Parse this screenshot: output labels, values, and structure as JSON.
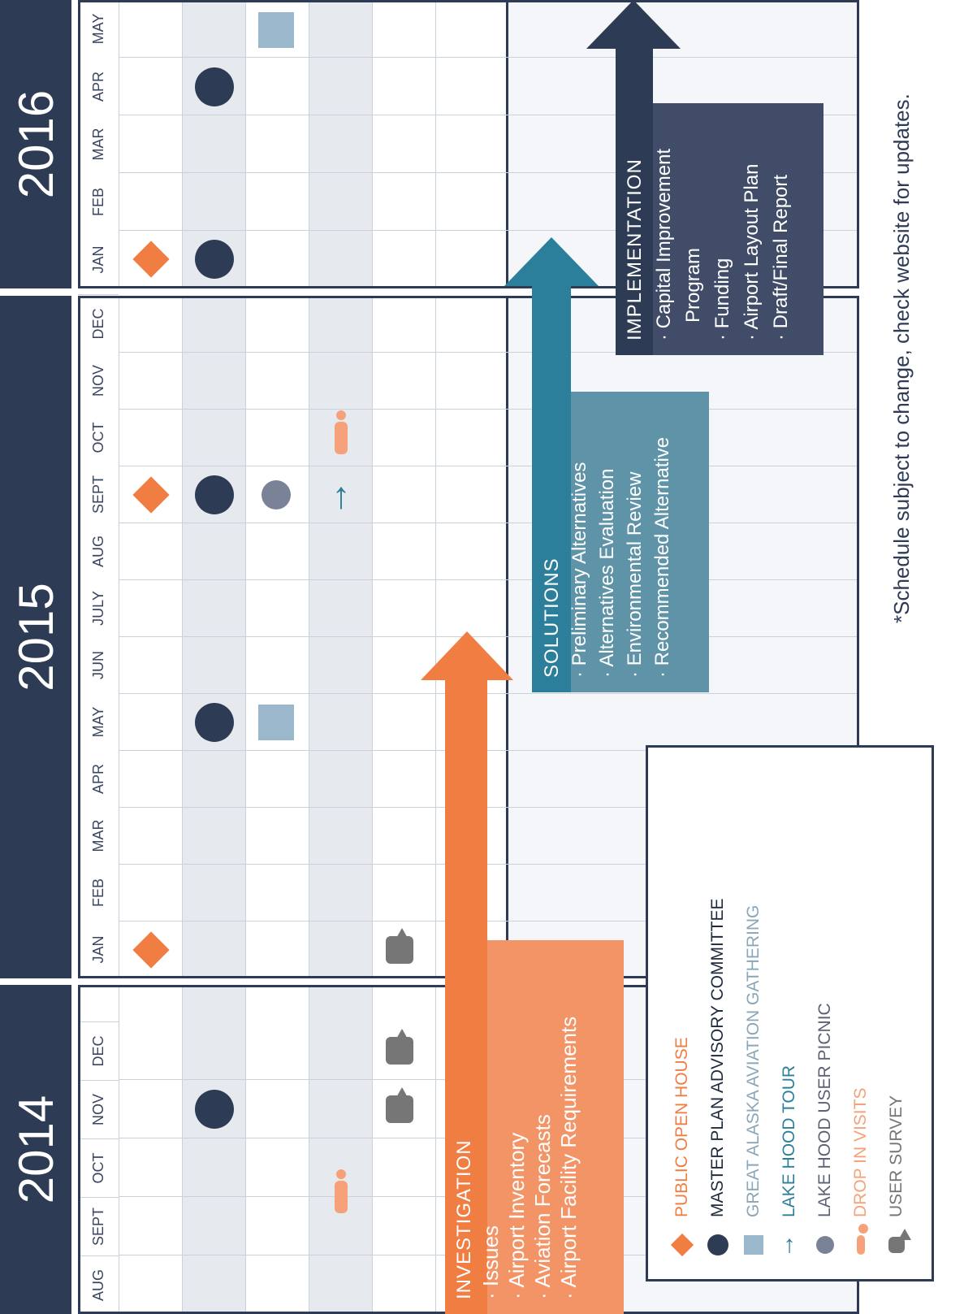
{
  "years": [
    {
      "label": "2014",
      "months": [
        "AUG",
        "SEPT",
        "OCT",
        "NOV",
        "DEC"
      ]
    },
    {
      "label": "2015",
      "months": [
        "JAN",
        "FEB",
        "MAR",
        "APR",
        "MAY",
        "JUN",
        "JULY",
        "AUG",
        "SEPT",
        "OCT",
        "NOV",
        "DEC"
      ]
    },
    {
      "label": "2016",
      "months": [
        "JAN",
        "FEB",
        "MAR",
        "APR",
        "MAY"
      ]
    }
  ],
  "lanes": [
    "public-open-house",
    "master-plan-advisory-committee",
    "great-alaska-aviation-gathering",
    "lake-hood-tour",
    "drop-in-visits",
    "user-survey"
  ],
  "events": [
    {
      "lane": "user-survey",
      "type": "survey",
      "year": "2014",
      "month": "NOV"
    },
    {
      "lane": "user-survey",
      "type": "survey",
      "year": "2014",
      "month": "DEC"
    },
    {
      "lane": "user-survey",
      "type": "survey",
      "year": "2015",
      "month": "JAN"
    },
    {
      "lane": "drop-in-visits",
      "type": "person",
      "year": "2014",
      "month": "SEPT"
    },
    {
      "lane": "master-plan-advisory-committee",
      "type": "circle",
      "year": "2014",
      "month": "NOV"
    },
    {
      "lane": "public-open-house",
      "type": "diamond",
      "year": "2015",
      "month": "JAN"
    },
    {
      "lane": "master-plan-advisory-committee",
      "type": "circle",
      "year": "2015",
      "month": "MAY"
    },
    {
      "lane": "great-alaska-aviation-gathering",
      "type": "square",
      "year": "2015",
      "month": "MAY"
    },
    {
      "lane": "public-open-house",
      "type": "diamond",
      "year": "2015",
      "month": "SEPT"
    },
    {
      "lane": "master-plan-advisory-committee",
      "type": "circle",
      "year": "2015",
      "month": "SEPT"
    },
    {
      "lane": "great-alaska-aviation-gathering",
      "type": "apple",
      "year": "2015",
      "month": "SEPT"
    },
    {
      "lane": "lake-hood-tour",
      "type": "arrow",
      "year": "2015",
      "month": "SEPT"
    },
    {
      "lane": "lake-hood-tour",
      "type": "person",
      "year": "2015",
      "month": "OCT"
    },
    {
      "lane": "public-open-house",
      "type": "diamond",
      "year": "2016",
      "month": "JAN"
    },
    {
      "lane": "master-plan-advisory-committee",
      "type": "circle",
      "year": "2016",
      "month": "JAN"
    },
    {
      "lane": "master-plan-advisory-committee",
      "type": "circle",
      "year": "2016",
      "month": "APR"
    },
    {
      "lane": "great-alaska-aviation-gathering",
      "type": "square",
      "year": "2016",
      "month": "MAY"
    }
  ],
  "phases": [
    {
      "title": "INVESTIGATION",
      "items": [
        "· Issues",
        "· Airport Inventory",
        "· Aviation Forecasts",
        "· Airport Facility Requirements"
      ],
      "color": "#f07d42",
      "box_color": "#f39467"
    },
    {
      "title": "SOLUTIONS",
      "items": [
        "· Preliminary Alternatives",
        "· Alternatives Evaluation",
        "· Environmental Review",
        "· Recommended Alternative"
      ],
      "color": "#2c7f9a",
      "box_color": "#5e93a8"
    },
    {
      "title": "IMPLEMENTATION",
      "items": [
        "· Capital Improvement",
        "Program",
        "· Funding",
        "· Airport Layout Plan",
        "· Draft/Final Report"
      ],
      "color": "#2d3b55",
      "box_color": "#404c68"
    }
  ],
  "legend": [
    {
      "icon": "diamond",
      "label": "PUBLIC OPEN HOUSE",
      "color": "#f07d42"
    },
    {
      "icon": "circle",
      "label": "MASTER PLAN ADVISORY COMMITTEE",
      "color": "#1f2a3e"
    },
    {
      "icon": "square",
      "label": "GREAT ALASKA AVIATION GATHERING",
      "color": "#8aa6b8"
    },
    {
      "icon": "arrow",
      "label": "LAKE HOOD TOUR",
      "color": "#2c7f9a"
    },
    {
      "icon": "apple",
      "label": "LAKE HOOD USER PICNIC",
      "color": "#5b6275"
    },
    {
      "icon": "person",
      "label": "DROP IN VISITS",
      "color": "#f5a27a"
    },
    {
      "icon": "survey",
      "label": "USER SURVEY",
      "color": "#767676"
    }
  ],
  "note": "*Schedule subject to change, check website for updates."
}
